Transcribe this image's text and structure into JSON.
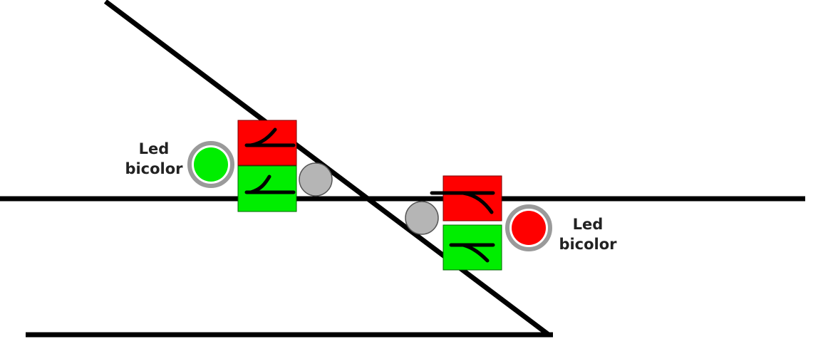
{
  "diagram": {
    "left_led": {
      "label_line1": "Led",
      "label_line2": "bicolor",
      "color": "#00ee00",
      "ring_color": "#9a9a9a"
    },
    "right_led": {
      "label_line1": "Led",
      "label_line2": "bicolor",
      "color": "#ff0000",
      "ring_color": "#9a9a9a"
    },
    "colors": {
      "track": "#000000",
      "button_red": "#ff0000",
      "button_green": "#00ee00",
      "sensor": "#b5b5b5",
      "background": "#ffffff"
    },
    "icons": {
      "turnout_button": "turnout-switch-icon",
      "sensor": "sensor-circle-icon",
      "led": "led-icon"
    }
  }
}
